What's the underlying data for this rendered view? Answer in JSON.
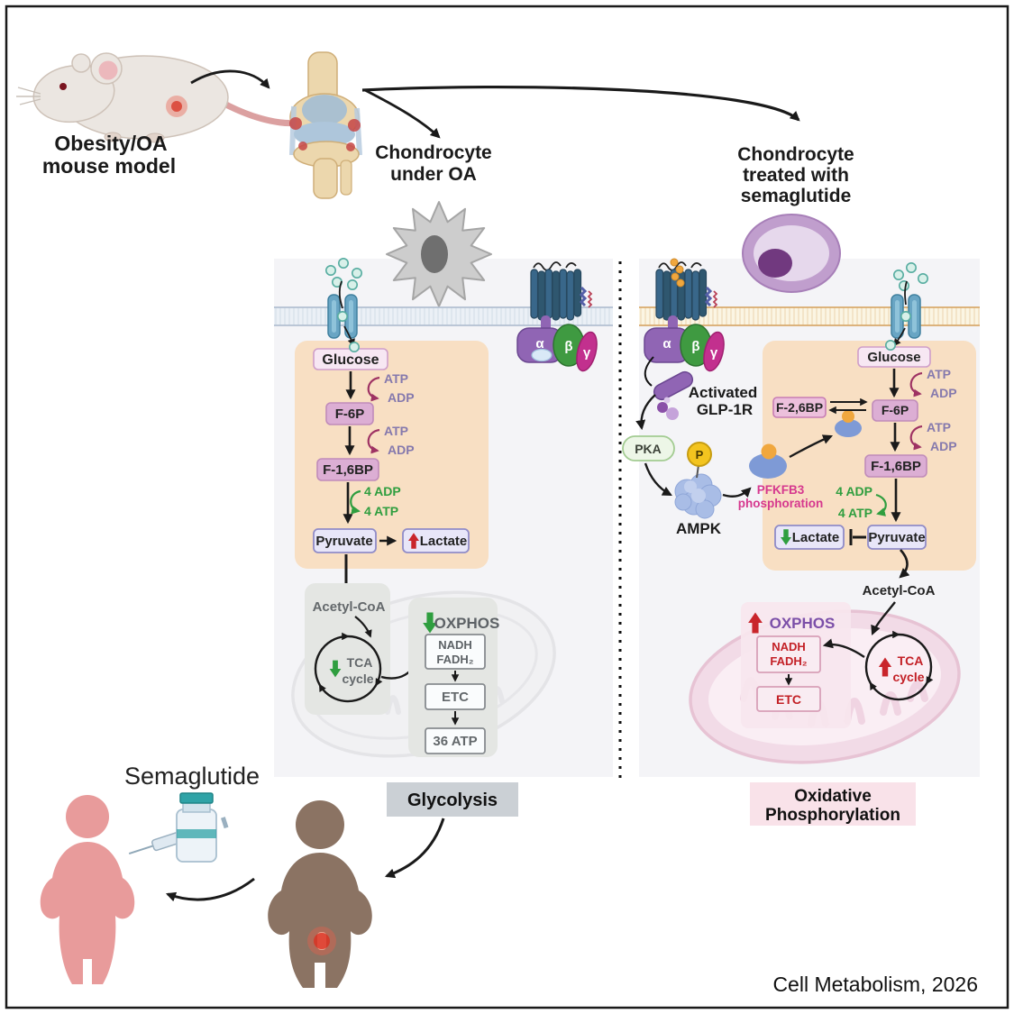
{
  "palette": {
    "pathway_bg": "#f8dfc3",
    "panel_bg": "#f4f4f7",
    "membrane_blue": "#ebf0f6",
    "membrane_tan": "#fbf5e3",
    "green": "#2f9e3f",
    "red": "#c9252b",
    "maroon": "#9e3263",
    "atp_text": "#8579ad",
    "magenta_pfkfb3": "#d6388e",
    "oxphos_purple": "#7b4fa8",
    "tca_red": "#c32026",
    "grey_text": "#5d6266",
    "receptor_teal": "#39678a",
    "transporter_blue": "#69a5c4",
    "galpha_purple": "#9065b4",
    "gbeta_green": "#3f9a41",
    "ggamma_magenta": "#c2308e"
  },
  "top": {
    "mouse_label": [
      "Obesity/OA",
      "mouse model"
    ],
    "chondrocyte_oa": [
      "Chondrocyte",
      "under OA"
    ],
    "chondrocyte_sema": [
      "Chondrocyte",
      "treated with",
      "semaglutide"
    ]
  },
  "gprotein": {
    "alpha": "α",
    "beta": "β",
    "gamma": "γ"
  },
  "left": {
    "glucose": "Glucose",
    "atp": "ATP",
    "adp": "ADP",
    "f6p": "F-6P",
    "f16bp": "F-1,6BP",
    "adp4": "4 ADP",
    "atp4": "4 ATP",
    "pyruvate": "Pyruvate",
    "lactate": "Lactate",
    "acetyl_coa": "Acetyl-CoA",
    "tca": [
      "TCA",
      "cycle"
    ],
    "oxphos": "OXPHOS",
    "nadh_fadh": [
      "NADH",
      "FADH₂"
    ],
    "etc": "ETC",
    "atp36": "36 ATP",
    "title": "Glycolysis"
  },
  "right": {
    "activated_glp1r": [
      "Activated",
      "GLP-1R"
    ],
    "pka": "PKA",
    "phospho_p": "P",
    "ampk": "AMPK",
    "pfkfb3": [
      "PFKFB3",
      "phosphoration"
    ],
    "f26bp": "F-2,6BP",
    "glucose": "Glucose",
    "atp": "ATP",
    "adp": "ADP",
    "f6p": "F-6P",
    "f16bp": "F-1,6BP",
    "adp4": "4 ADP",
    "atp4": "4 ATP",
    "lactate": "Lactate",
    "pyruvate": "Pyruvate",
    "acetyl_coa": "Acetyl-CoA",
    "oxphos": "OXPHOS",
    "nadh_fadh": [
      "NADH",
      "FADH₂"
    ],
    "etc": "ETC",
    "tca": [
      "TCA",
      "cycle"
    ],
    "title": [
      "Oxidative",
      "Phosphorylation"
    ]
  },
  "bottom": {
    "semaglutide": "Semaglutide",
    "citation": "Cell Metabolism, 2026"
  }
}
